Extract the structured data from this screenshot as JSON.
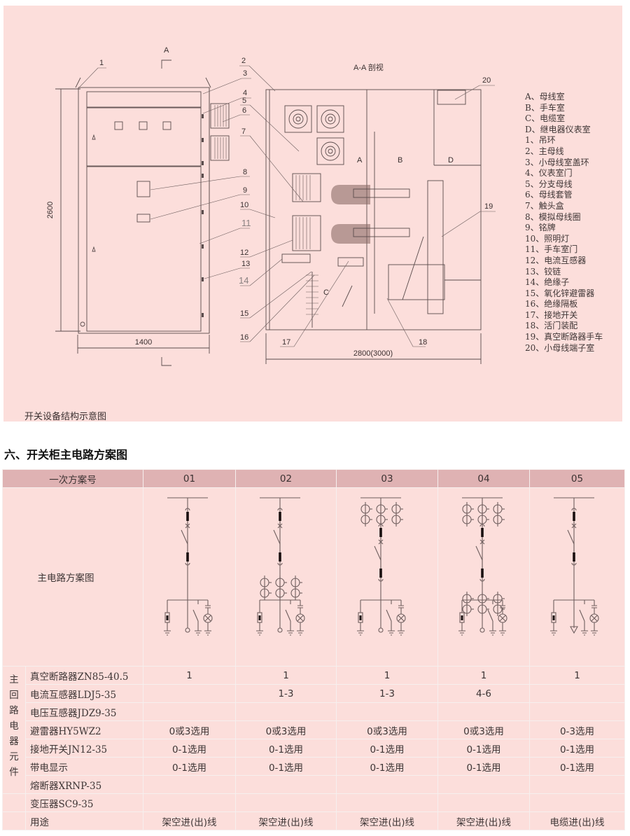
{
  "figure": {
    "caption": "开关设备结构示意图",
    "section_view_title": "A-A 剖视",
    "section_marker": "A",
    "dimensions": {
      "height": "2600",
      "front_width": "1400",
      "depth": "2800(3000)"
    },
    "callout_numbers": [
      "1",
      "2",
      "3",
      "4",
      "5",
      "6",
      "7",
      "8",
      "9",
      "10",
      "11",
      "12",
      "13",
      "14",
      "15",
      "16",
      "17",
      "18",
      "19",
      "20"
    ],
    "compartment_letters": [
      "A",
      "B",
      "C",
      "D"
    ],
    "legend": [
      "A、母线室",
      "B、手车室",
      "C、电缆室",
      "D、继电器仪表室",
      "1、吊环",
      "2、主母线",
      "3、小母线室盖环",
      "4、仪表室门",
      "5、分支母线",
      "6、母线套管",
      "7、触头盒",
      "8、模拟母线圈",
      "9、铭牌",
      "10、照明灯",
      "11、手车室门",
      "12、电流互感器",
      "13、铰链",
      "14、绝缘子",
      "15、氧化锌避雷器",
      "16、绝缘隔板",
      "17、接地开关",
      "18、活门装配",
      "19、真空断路器手车",
      "20、小母线端子室"
    ]
  },
  "section_title": "六、开关柜主电路方案图",
  "scheme_table": {
    "header_label": "一次方案号",
    "columns": [
      "01",
      "02",
      "03",
      "04",
      "05"
    ],
    "diagram_row_label": "主电路方案图",
    "group_label": [
      "主",
      "回",
      "路",
      "电",
      "器",
      "元",
      "件"
    ],
    "diagrams": [
      {
        "top_ct": false,
        "bottom_ct": false,
        "load": "circle"
      },
      {
        "top_ct": false,
        "bottom_ct": true,
        "load": "circle"
      },
      {
        "top_ct": true,
        "bottom_ct": false,
        "load": "circle"
      },
      {
        "top_ct": true,
        "bottom_ct": true,
        "load": "circle"
      },
      {
        "top_ct": false,
        "bottom_ct": false,
        "load": "cable"
      }
    ],
    "rows": [
      {
        "label": "真空断路器ZN85-40.5",
        "values": [
          "1",
          "1",
          "1",
          "1",
          "1"
        ]
      },
      {
        "label": "电流互感器LDJ5-35",
        "values": [
          "",
          "1-3",
          "1-3",
          "4-6",
          ""
        ]
      },
      {
        "label": "电压互感器JDZ9-35",
        "values": [
          "",
          "",
          "",
          "",
          ""
        ]
      },
      {
        "label": "避雷器HY5WZ2",
        "values": [
          "0或3选用",
          "0或3选用",
          "0或3选用",
          "0或3选用",
          "0-3选用"
        ]
      },
      {
        "label": "接地开关JN12-35",
        "values": [
          "0-1选用",
          "0-1选用",
          "0-1选用",
          "0-1选用",
          "0-1选用"
        ]
      },
      {
        "label": "带电显示",
        "values": [
          "0-1选用",
          "0-1选用",
          "0-1选用",
          "0-1选用",
          "0-1选用"
        ]
      },
      {
        "label": "熔断器XRNP-35",
        "values": [
          "",
          "",
          "",
          "",
          ""
        ]
      }
    ],
    "extra_rows": [
      {
        "label": "变压器SC9-35",
        "values": [
          "",
          "",
          "",
          "",
          ""
        ]
      },
      {
        "label": "用途",
        "values": [
          "架空进(出)线",
          "架空进(出)线",
          "架空进(出)线",
          "架空进(出)线",
          "电缆进(出)线"
        ]
      }
    ]
  }
}
